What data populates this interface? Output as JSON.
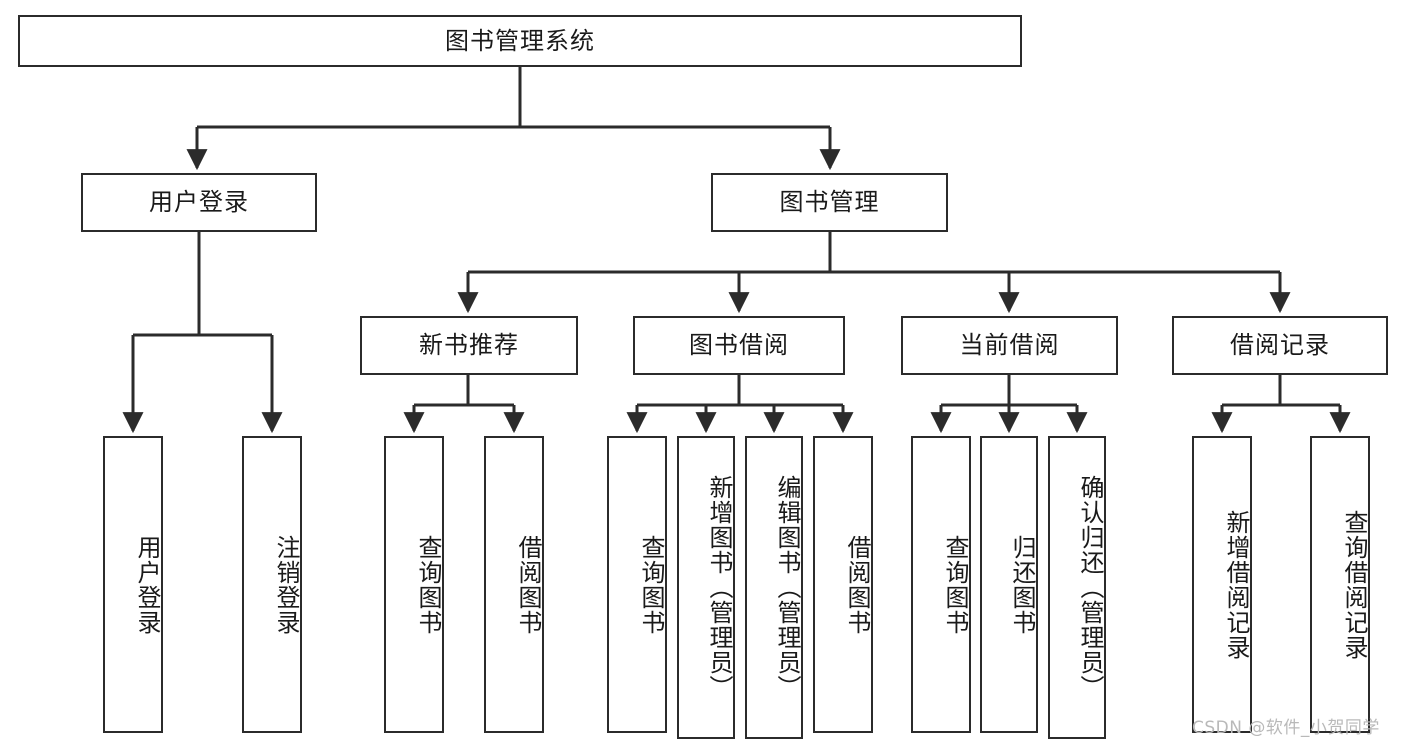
{
  "diagram": {
    "title_node": {
      "label": "图书管理系统"
    },
    "level2": [
      {
        "id": "user-login",
        "label": "用户登录"
      },
      {
        "id": "book-management",
        "label": "图书管理"
      }
    ],
    "level3": [
      {
        "id": "new-book-recommend",
        "label": "新书推荐"
      },
      {
        "id": "book-borrow",
        "label": "图书借阅"
      },
      {
        "id": "current-borrow",
        "label": "当前借阅"
      },
      {
        "id": "borrow-record",
        "label": "借阅记录"
      }
    ],
    "leaves": {
      "user_login": [
        {
          "id": "leaf-user-login",
          "label": "用户登录"
        },
        {
          "id": "leaf-logout-login",
          "label": "注销登录"
        }
      ],
      "new_book_recommend": [
        {
          "id": "leaf-query-book-1",
          "label": "查询图书"
        },
        {
          "id": "leaf-borrow-book-1",
          "label": "借阅图书"
        }
      ],
      "book_borrow": [
        {
          "id": "leaf-query-book-2",
          "label": "查询图书"
        },
        {
          "id": "leaf-add-book",
          "label": "新增图书（管理员）"
        },
        {
          "id": "leaf-edit-book",
          "label": "编辑图书（管理员）"
        },
        {
          "id": "leaf-borrow-book-2",
          "label": "借阅图书"
        }
      ],
      "current_borrow": [
        {
          "id": "leaf-query-book-3",
          "label": "查询图书"
        },
        {
          "id": "leaf-return-book",
          "label": "归还图书"
        },
        {
          "id": "leaf-confirm-return",
          "label": "确认归还（管理员）"
        }
      ],
      "borrow_record": [
        {
          "id": "leaf-add-record",
          "label": "新增借阅记录"
        },
        {
          "id": "leaf-query-record",
          "label": "查询借阅记录"
        }
      ]
    }
  },
  "watermark": {
    "text": "CSDN @软件_小贺同学"
  },
  "colors": {
    "stroke": "#2b2b2b",
    "fill": "#ffffff",
    "text": "#1a1a1a",
    "watermark": "#b9b9b9"
  }
}
